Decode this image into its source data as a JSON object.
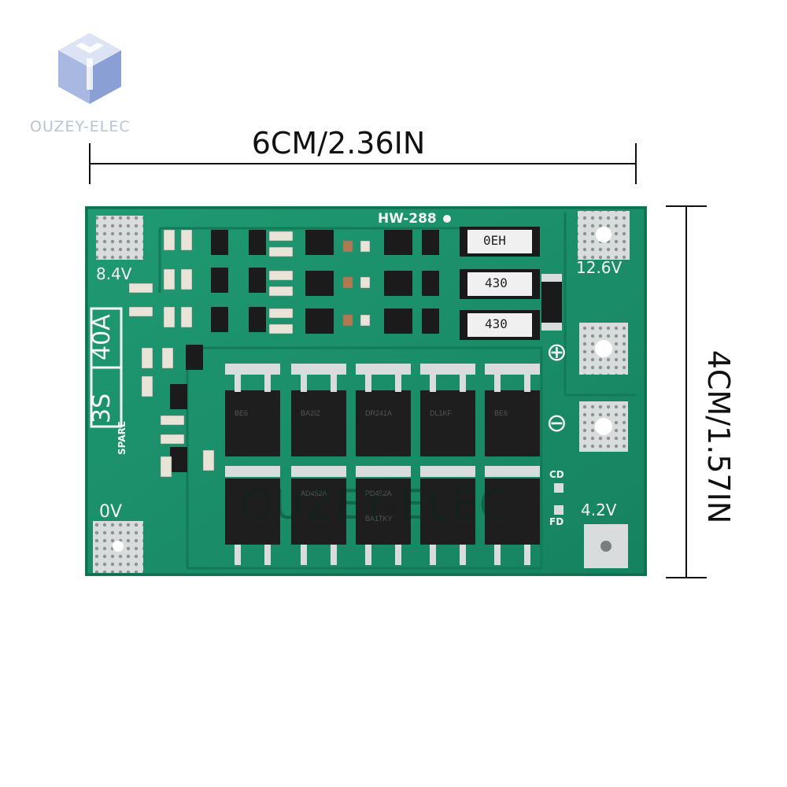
{
  "brand": {
    "name": "OUZEY-ELEC",
    "logo_colors": {
      "light": "#c8d4ee",
      "mid": "#a8b8e0",
      "dark": "#8aa0d4"
    }
  },
  "dimensions": {
    "width_label": "6CM/2.36IN",
    "height_label": "4CM/1.57IN"
  },
  "board": {
    "model": "HW-288",
    "config_label_series": "3S",
    "config_label_current": "40A",
    "terminals": {
      "b_plus_8v4": "8.4V",
      "b_plus_12v6": "12.6V",
      "b_0v": "0V",
      "b_4v2": "4.2V",
      "plus_symbol": "⊕",
      "minus_symbol": "⊖"
    },
    "resistors_power": [
      "0EH",
      "430",
      "430"
    ],
    "labels_cd": "CD",
    "labels_fd": "FD",
    "labels_spare": "SPARE",
    "mosfet_top_marks": [
      "BE6",
      "BA2IZ",
      "DR241A",
      "DL1KF",
      "BE6"
    ],
    "mosfet_bottom_marks": [
      "AD452A",
      "PD452A",
      "BA1TKY"
    ],
    "watermark": "OUZEY-ELEC",
    "colors": {
      "pcb": "#1c8f6a",
      "pcb_dark": "#0f6e4f",
      "pad": "#d9dcdc",
      "silk": "#f4f4f4"
    }
  }
}
